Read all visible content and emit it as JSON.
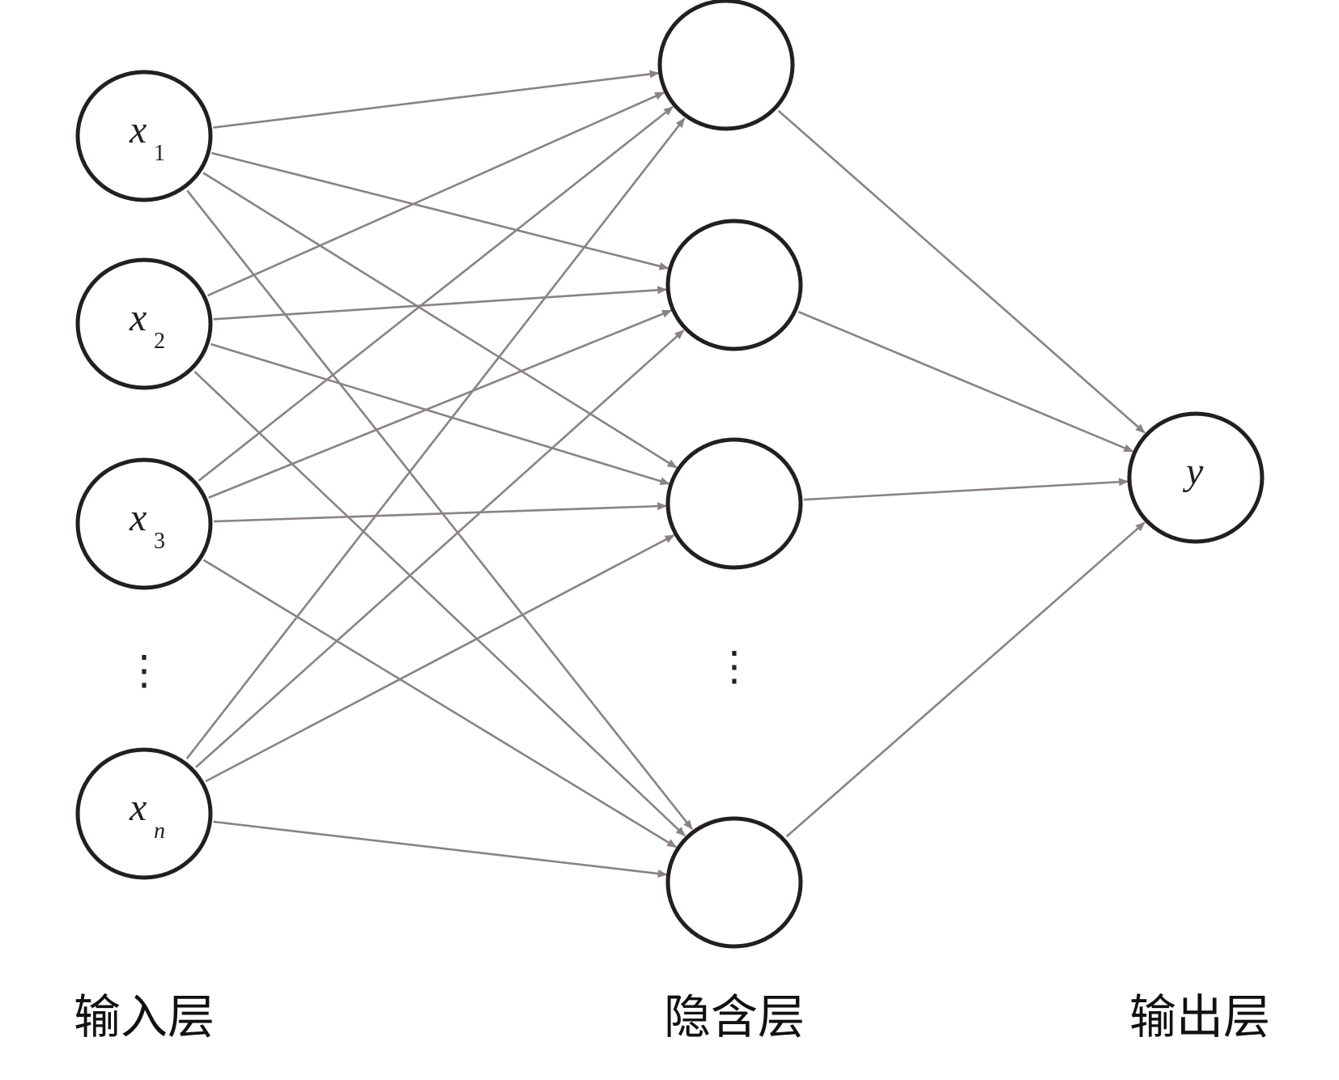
{
  "diagram": {
    "input_nodes": [
      {
        "var": "x",
        "sub": "1"
      },
      {
        "var": "x",
        "sub": "2"
      },
      {
        "var": "x",
        "sub": "3"
      },
      {
        "var": "x",
        "sub": "n"
      }
    ],
    "hidden_node_count": 4,
    "output_node": {
      "var": "y"
    },
    "ellipsis": "⋮",
    "layer_labels": {
      "input": "输入层",
      "hidden": "隐含层",
      "output": "输出层"
    },
    "colors": {
      "edge": "#8a8284",
      "node_stroke": "#231f20"
    }
  }
}
